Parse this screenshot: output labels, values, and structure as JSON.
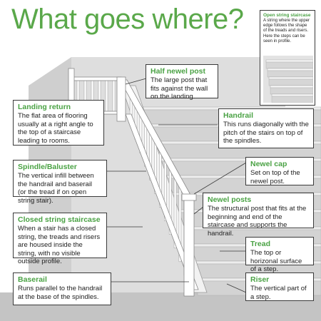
{
  "title": "What goes where?",
  "inset": {
    "title": "Open string staircase",
    "desc": "A string where the upper edge follows the shape of the treads and risers. Here the steps can be seen in profile."
  },
  "labels": [
    {
      "key": "half-newel-post",
      "title": "Half newel post",
      "desc": "The large post that fits against the wall on the landing."
    },
    {
      "key": "landing-return",
      "title": "Landing return",
      "desc": "The flat area of flooring usually at a right angle to the top of a staircase leading to rooms."
    },
    {
      "key": "handrail",
      "title": "Handrail",
      "desc": "This runs diagonally with the pitch of the stairs on top of the spindles."
    },
    {
      "key": "spindle-baluster",
      "title": "Spindle/Baluster",
      "desc": "The vertical infill between the handrail and baserail (or the tread if on open string stair)."
    },
    {
      "key": "newel-cap",
      "title": "Newel cap",
      "desc": "Set on top of the newel post."
    },
    {
      "key": "newel-posts",
      "title": "Newel posts",
      "desc": "The structural post that fits at the beginning and end of the staircase and supports the handrail."
    },
    {
      "key": "closed-string-staircase",
      "title": "Closed string staircase",
      "desc": "When a stair has a closed string, the treads and risers are housed inside the string, with no visible outside profile."
    },
    {
      "key": "tread",
      "title": "Tread",
      "desc": "The top or horizonal surface of a step."
    },
    {
      "key": "baserail",
      "title": "Baserail",
      "desc": "Runs parallel to the handrail at the base of the spindles."
    },
    {
      "key": "riser",
      "title": "Riser",
      "desc": "The vertical part of a step."
    }
  ],
  "colors": {
    "accent": "#5aa84a",
    "outline": "#3a3a3a",
    "wall": "#d9d9d9",
    "step": "#cfcfcf"
  }
}
